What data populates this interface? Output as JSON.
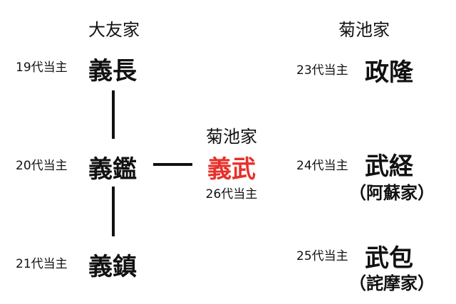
{
  "left_family": {
    "header": "大友家",
    "members": [
      {
        "generation": "19代当主",
        "name": "義長"
      },
      {
        "generation": "20代当主",
        "name": "義鑑"
      },
      {
        "generation": "21代当主",
        "name": "義鎮"
      }
    ]
  },
  "middle": {
    "family": "菊池家",
    "name": "義武",
    "generation": "26代当主",
    "name_color": "#e8302a"
  },
  "right_family": {
    "header": "菊池家",
    "members": [
      {
        "generation": "23代当主",
        "name": "政隆",
        "note": ""
      },
      {
        "generation": "24代当主",
        "name": "武経",
        "note": "（阿蘇家）"
      },
      {
        "generation": "25代当主",
        "name": "武包",
        "note": "（詫摩家）"
      }
    ]
  }
}
